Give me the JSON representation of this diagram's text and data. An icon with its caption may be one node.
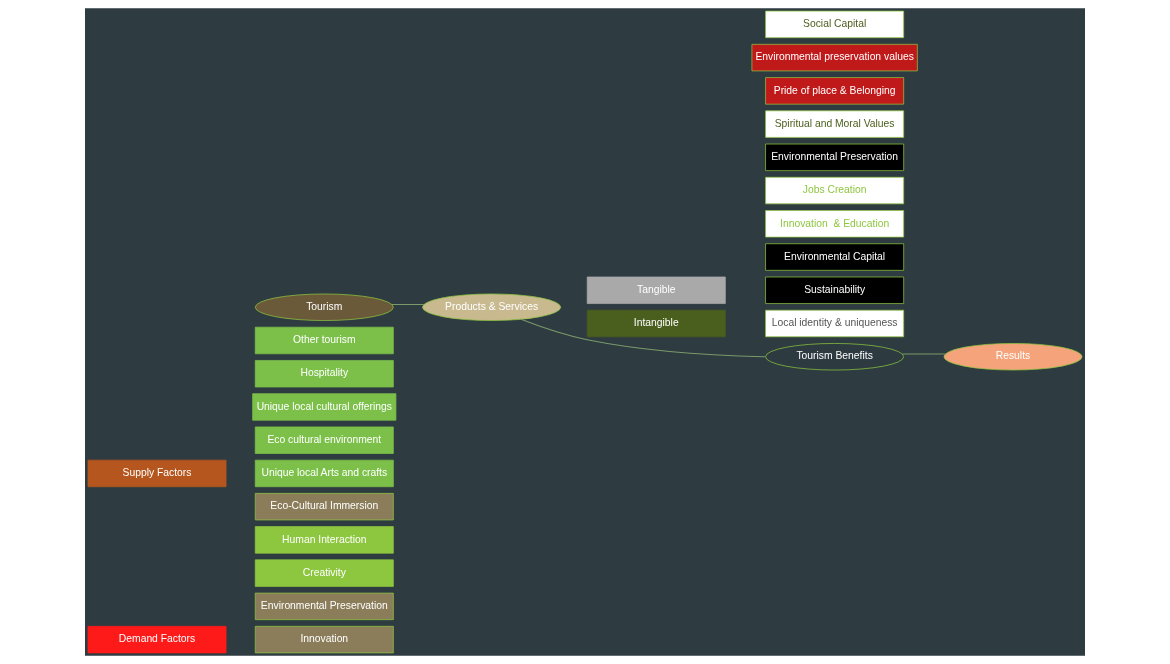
{
  "diagram": {
    "nodes": [
      {
        "text": [
          "Demand Factors"
        ]
      },
      {
        "text": [
          "Environmental Preservation"
        ]
      },
      {
        "text": [
          "Creativity"
        ]
      },
      {
        "text": [
          "Innovation"
        ]
      },
      {
        "text": [
          "Human Interaction"
        ]
      },
      {
        "text": [
          "Eco-Cultural Immersion"
        ]
      },
      {
        "text": [
          "Supply Factors"
        ]
      },
      {
        "text": [
          "Eco cultural environment"
        ]
      },
      {
        "text": [
          "Unique local cultural offerings"
        ]
      },
      {
        "text": [
          "Unique local Arts and crafts"
        ]
      },
      {
        "text": [
          "Hospitality"
        ]
      },
      {
        "text": [
          "Other tourism"
        ]
      },
      {
        "text": [
          "Tangible"
        ]
      },
      {
        "text": [
          "Environmental Capital"
        ]
      },
      {
        "text": [
          "Innovation  & Education"
        ]
      },
      {
        "text": [
          "Sustainability"
        ]
      },
      {
        "text": [
          "Jobs Creation"
        ]
      },
      {
        "text": [
          "Environmental Preservation"
        ]
      },
      {
        "text": [
          "Intangible"
        ]
      },
      {
        "text": [
          "Spiritual and Moral Values"
        ]
      },
      {
        "text": [
          "Pride of place & Belonging"
        ]
      },
      {
        "text": [
          "Local identity & uniqueness"
        ]
      },
      {
        "text": [
          "Environmental preservation values"
        ]
      },
      {
        "text": [
          "Social Capital"
        ]
      },
      {
        "text": [
          "Tourism"
        ]
      },
      {
        "text": [
          "Products & Services"
        ]
      },
      {
        "text": [
          "Tourism Benefits"
        ]
      },
      {
        "text": [
          "Results"
        ]
      }
    ],
    "edges": [
      {
        "from": 24,
        "to": 25,
        "arrow": "none"
      },
      {
        "from": 25,
        "to": 26,
        "arrow": "none"
      },
      {
        "from": 26,
        "to": 27,
        "arrow": "none"
      }
    ]
  }
}
